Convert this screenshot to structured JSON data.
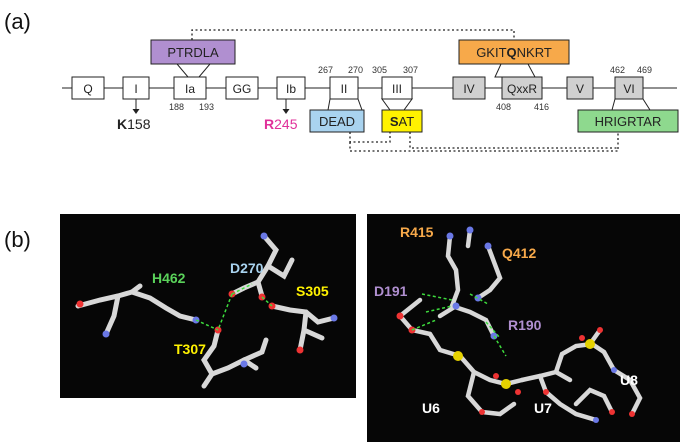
{
  "panel_a": {
    "label": "(a)",
    "motifs": [
      {
        "name": "Q",
        "fill": "#ffffff"
      },
      {
        "name": "I",
        "fill": "#ffffff"
      },
      {
        "name": "Ia",
        "fill": "#ffffff"
      },
      {
        "name": "GG",
        "fill": "#ffffff"
      },
      {
        "name": "Ib",
        "fill": "#ffffff"
      },
      {
        "name": "II",
        "fill": "#ffffff"
      },
      {
        "name": "III",
        "fill": "#ffffff"
      },
      {
        "name": "IV",
        "fill": "#d0d0d0"
      },
      {
        "name": "QxxR",
        "fill": "#d0d0d0"
      },
      {
        "name": "V",
        "fill": "#d0d0d0"
      },
      {
        "name": "VI",
        "fill": "#d0d0d0"
      }
    ],
    "numbers": {
      "ia_start": "188",
      "ia_end": "193",
      "ii_start": "267",
      "ii_end": "270",
      "iii_start": "305",
      "iii_end": "307",
      "qxxr_start": "408",
      "qxxr_end": "416",
      "vi_start": "462",
      "vi_end": "469"
    },
    "callouts": {
      "ptrdla": "PTRDLA",
      "gkitqnkrt_a": "GKIT",
      "gkitqnkrt_q": "Q",
      "gkitqnkrt_b": "NKRT",
      "dead": "DEAD",
      "sat_s": "S",
      "sat_rest": "AT",
      "hrigrtar": "HRIGRTAR"
    },
    "residues": {
      "k_letter": "K",
      "k_num": "158",
      "r_letter": "R",
      "r_num": "245"
    },
    "colors": {
      "ptrdla": "#b08fd0",
      "gkit": "#f7a94a",
      "dead": "#a9d3ef",
      "sat": "#fff200",
      "hrigrtar": "#8ed98e",
      "r245": "#e0309a"
    }
  },
  "panel_b": {
    "label": "(b)",
    "left_labels": {
      "h462": "H462",
      "d270": "D270",
      "s305": "S305",
      "t307": "T307"
    },
    "right_labels": {
      "r415": "R415",
      "q412": "Q412",
      "d191": "D191",
      "r190": "R190",
      "u6": "U6",
      "u7": "U7",
      "u8": "U8"
    },
    "colors": {
      "h462": "#5ad25a",
      "d270": "#a9d3ef",
      "s305": "#fff200",
      "t307": "#fff200",
      "r415": "#f7a94a",
      "q412": "#f7a94a",
      "d191": "#b08fd0",
      "r190": "#b08fd0",
      "u_label": "#ffffff"
    }
  }
}
